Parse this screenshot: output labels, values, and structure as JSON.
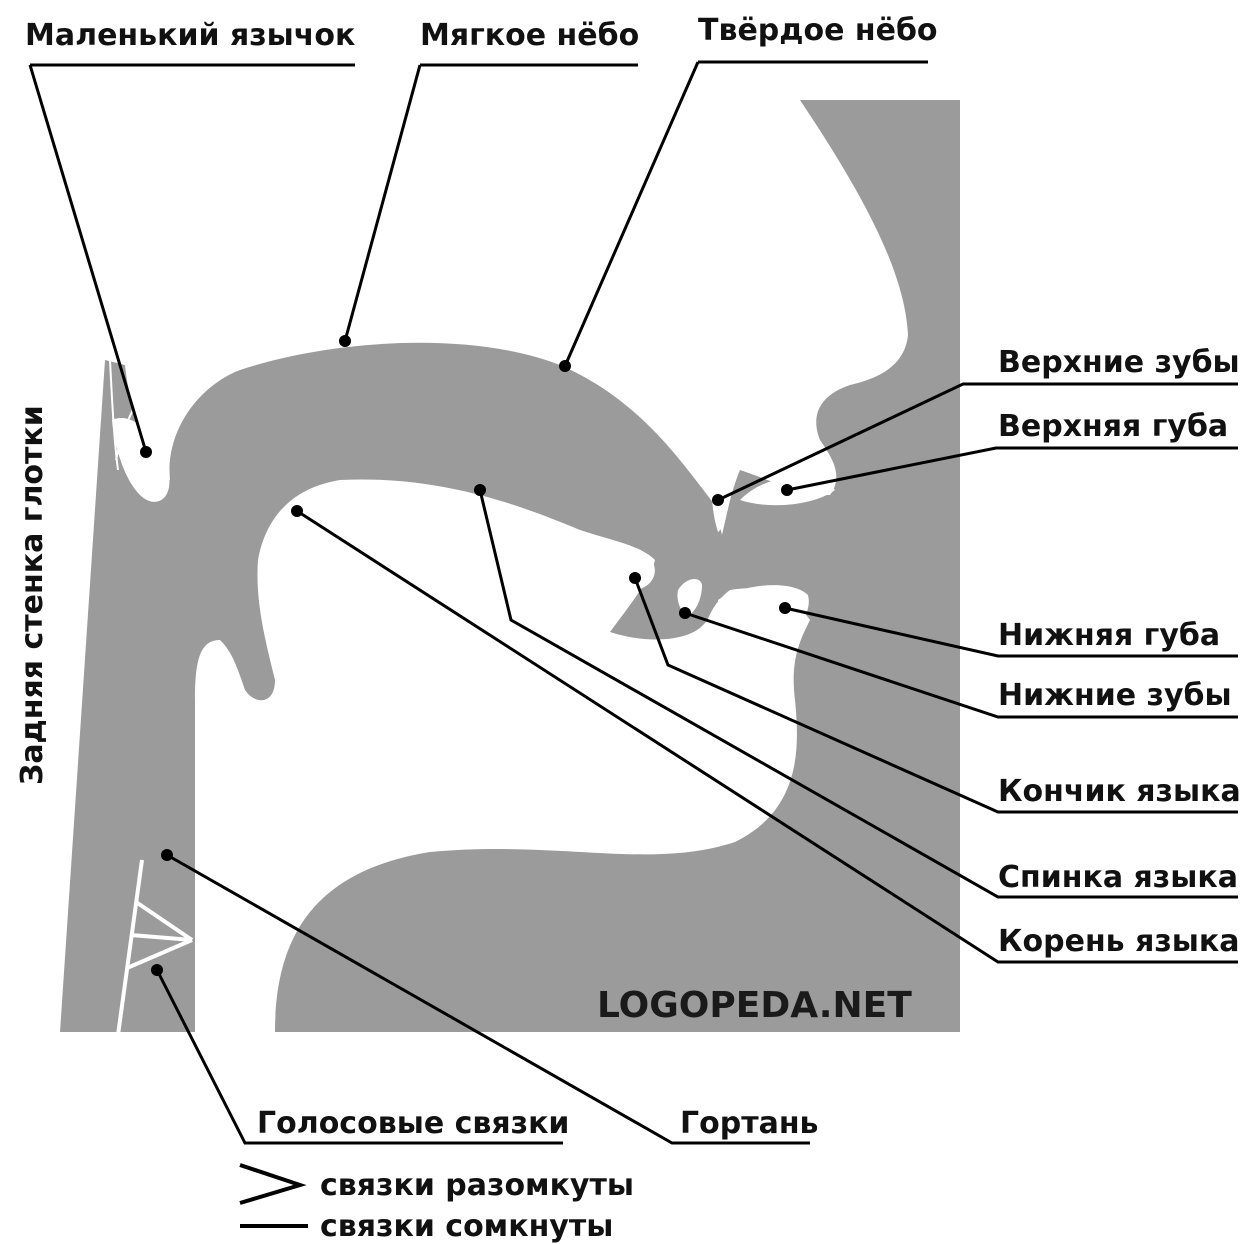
{
  "colors": {
    "tissue": "#9b9b9b",
    "air": "#ffffff",
    "ink": "#000000"
  },
  "labels": {
    "uvula": "Маленький язычок",
    "soft_palate": "Мягкое нёбо",
    "hard_palate": "Твёрдое нёбо",
    "upper_teeth": "Верхние зубы",
    "upper_lip": "Верхняя губа",
    "lower_lip": "Нижняя губа",
    "lower_teeth": "Нижние зубы",
    "tongue_tip": "Кончик языка",
    "tongue_back": "Спинка языка",
    "tongue_root": "Корень языка",
    "vocal_cords": "Голосовые связки",
    "larynx": "Гортань",
    "pharynx_wall": "Задняя стенка глотки"
  },
  "watermark": "LOGOPEDA.NET",
  "legend": {
    "open": "связки разомкуты",
    "closed": "связки сомкнуты"
  }
}
